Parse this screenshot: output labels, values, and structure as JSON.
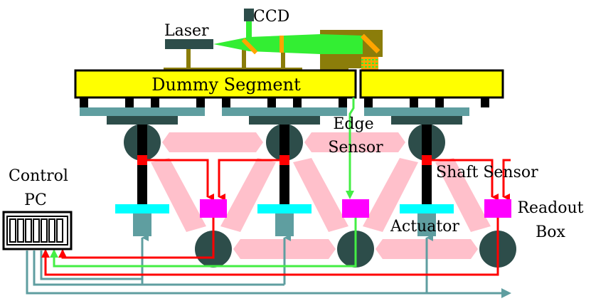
{
  "labels": {
    "ccd": "CCD",
    "laser": "Laser",
    "dummy_segment": "Dummy Segment",
    "edge_sensor_line1": "Edge",
    "edge_sensor_line2": "Sensor",
    "shaft_sensor": "Shaft Sensor",
    "control_pc_line1": "Control",
    "control_pc_line2": "PC",
    "actuator": "Actuator",
    "readout_box_line1": "Readout",
    "readout_box_line2": "Box"
  },
  "colors": {
    "segment_yellow": "#ffff00",
    "dark_teal": "#2d4d4a",
    "steel_teal": "#5f9ea0",
    "cyan": "#00ffff",
    "magenta": "#ff00ff",
    "pink": "#ffc0cb",
    "red_wire": "#ff0000",
    "green_wire": "#44ee44",
    "olive": "#8b7d0a",
    "laser_green": "#33ee33",
    "orange": "#ffa500"
  },
  "icons": {
    "control_pc": "computer-icon"
  }
}
